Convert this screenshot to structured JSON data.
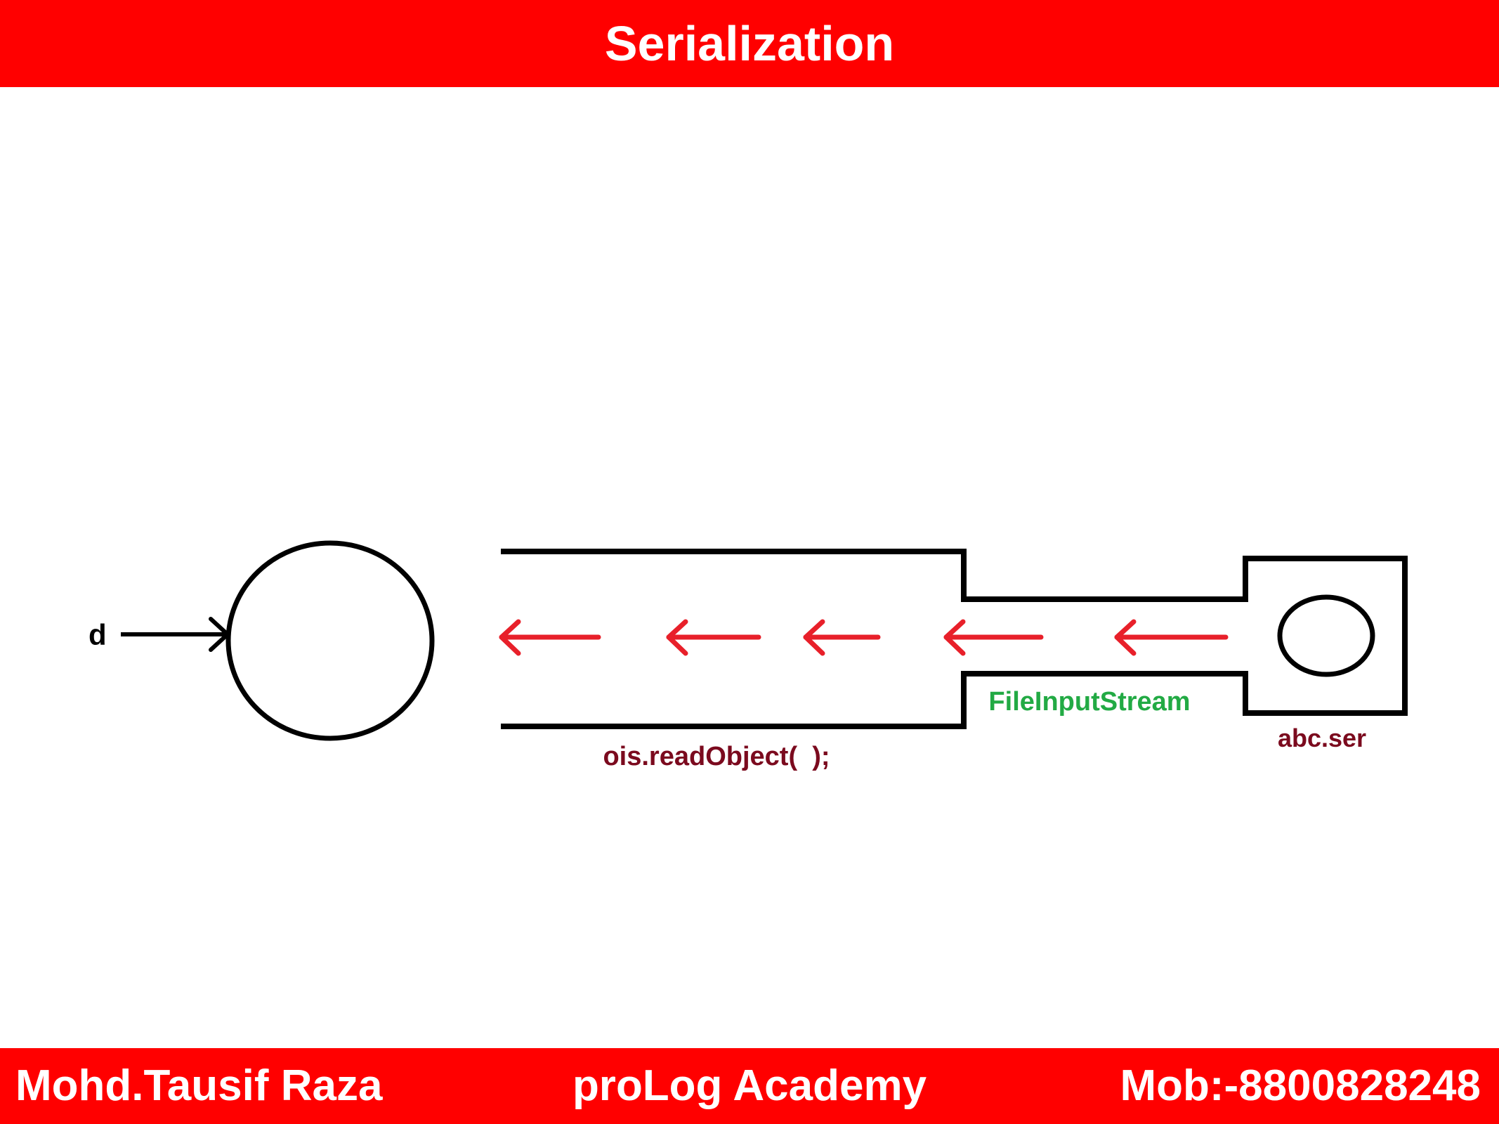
{
  "header": {
    "title": "Serialization"
  },
  "diagram": {
    "reference_label": "d",
    "method_label": "ois.readObject(  );",
    "stream_label": "FileInputStream",
    "file_label": "abc.ser"
  },
  "footer": {
    "author": "Mohd.Tausif Raza",
    "academy": "proLog Academy",
    "mobile": "Mob:-8800828248"
  },
  "colors": {
    "banner": "#ff0000",
    "arrow": "#e8202a",
    "method_text": "#7b0a1e",
    "stream_text": "#22aa44"
  }
}
